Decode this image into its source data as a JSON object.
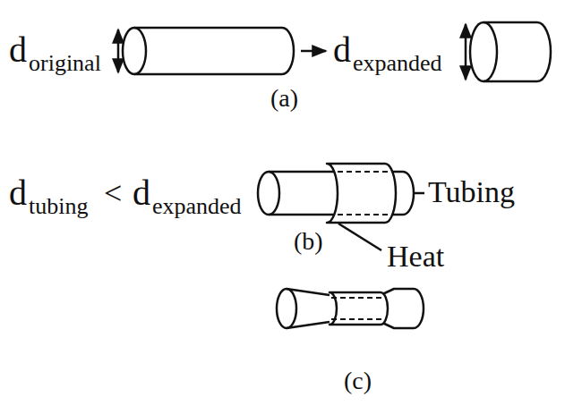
{
  "diagram": {
    "labels": [
      "d",
      "original",
      "d",
      "expanded",
      "(a)",
      "d",
      "tubing",
      "<",
      "d",
      "expanded",
      "Tubing",
      "(b)",
      "Heat",
      "(c)"
    ]
  }
}
